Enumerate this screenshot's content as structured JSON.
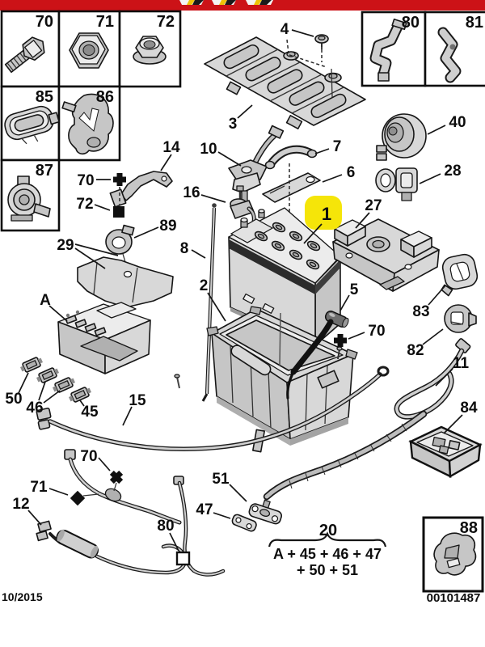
{
  "banner": {
    "color": "#cc1217"
  },
  "highlight": {
    "label": "1",
    "color": "#f5e509"
  },
  "reference_boxes": [
    {
      "label": "70"
    },
    {
      "label": "71"
    },
    {
      "label": "72"
    },
    {
      "label": "85"
    },
    {
      "label": "86"
    },
    {
      "label": "87"
    },
    {
      "label": "80"
    },
    {
      "label": "81"
    },
    {
      "label": "88"
    }
  ],
  "callouts": [
    {
      "label": "4"
    },
    {
      "label": "3"
    },
    {
      "label": "40"
    },
    {
      "label": "28"
    },
    {
      "label": "14"
    },
    {
      "label": "10"
    },
    {
      "label": "7"
    },
    {
      "label": "6"
    },
    {
      "label": "70",
      "symbol": "plus"
    },
    {
      "label": "72",
      "symbol": "filled-square"
    },
    {
      "label": "16"
    },
    {
      "label": "27"
    },
    {
      "label": "1",
      "highlighted": true
    },
    {
      "label": "89"
    },
    {
      "label": "29"
    },
    {
      "label": "8"
    },
    {
      "label": "2"
    },
    {
      "label": "5"
    },
    {
      "label": "83"
    },
    {
      "label": "70",
      "symbol": "plus"
    },
    {
      "label": "82"
    },
    {
      "label": "11"
    },
    {
      "label": "A"
    },
    {
      "label": "50"
    },
    {
      "label": "46"
    },
    {
      "label": "45"
    },
    {
      "label": "15"
    },
    {
      "label": "70",
      "symbol": "bold-x"
    },
    {
      "label": "71",
      "symbol": "filled-diamond"
    },
    {
      "label": "12"
    },
    {
      "label": "80",
      "symbol": "open-square"
    },
    {
      "label": "47"
    },
    {
      "label": "51"
    },
    {
      "label": "84"
    },
    {
      "label": "20"
    }
  ],
  "formula": {
    "group": "20",
    "line1": "A + 45 + 46 + 47",
    "line2": "+ 50 + 51"
  },
  "footer": {
    "date": "10/2015",
    "doc_number": "00101487"
  }
}
